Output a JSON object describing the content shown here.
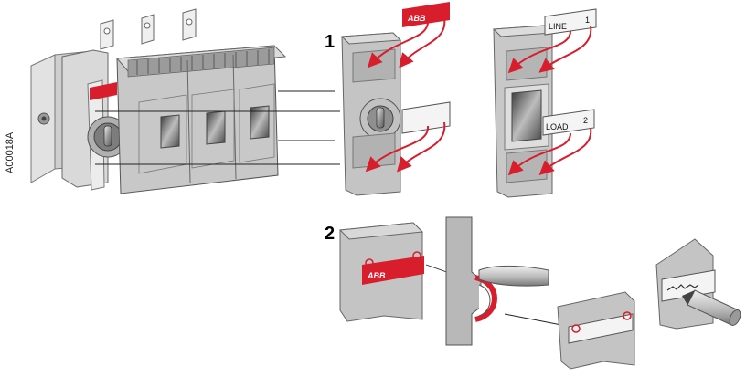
{
  "figure": {
    "reference_code": "A00018A",
    "step_1": "1",
    "step_2": "2",
    "brand_label": "ABB",
    "tag_line": "LINE",
    "tag_line_number": "1",
    "tag_load": "LOAD",
    "tag_load_number": "2"
  },
  "colors": {
    "accent_red": "#d81e2c",
    "body_grey": "#c9c9c9",
    "dark_grey": "#8e8e8e",
    "light_grey": "#e3e3e3",
    "outline": "#555555"
  }
}
